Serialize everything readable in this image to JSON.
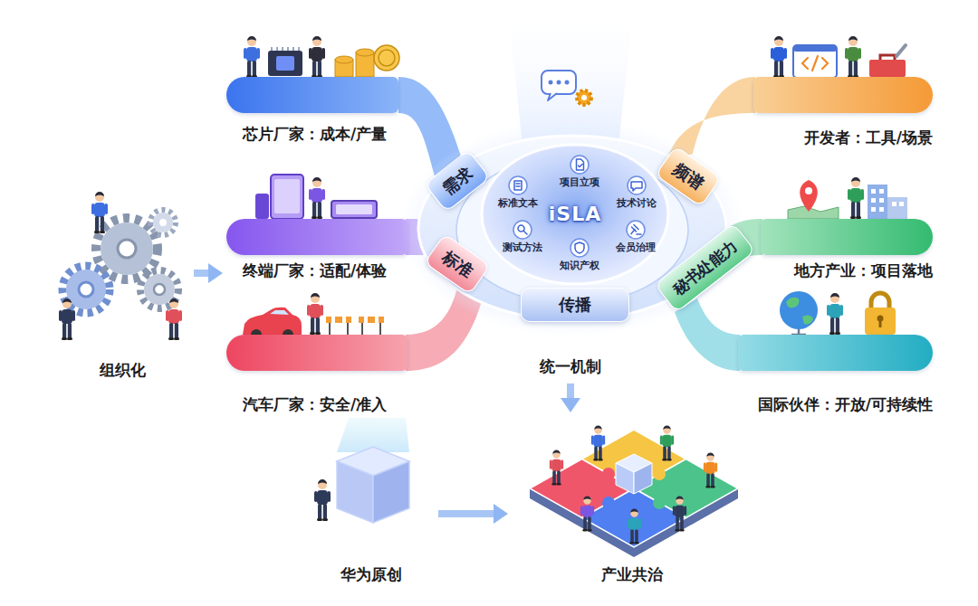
{
  "diagram": {
    "nodes": [
      {
        "text": [
          "芯片厂家：成本/产量"
        ]
      },
      {
        "text": [
          "终端厂家：适配/体验"
        ]
      },
      {
        "text": [
          "汽车厂家：安全/准入"
        ]
      },
      {
        "text": [
          "开发者：工具/场景"
        ]
      },
      {
        "text": [
          "地方产业：项目落地"
        ]
      },
      {
        "text": [
          "国际伙伴：开放/可持续性"
        ]
      },
      {
        "text": [
          "统一机制"
        ]
      },
      {
        "text": [
          "需求"
        ],
        "in": 6
      },
      {
        "text": [
          "频谱"
        ],
        "in": 6
      },
      {
        "text": [
          "标准"
        ],
        "in": 6
      },
      {
        "text": [
          "秘书处能力"
        ],
        "in": 6
      },
      {
        "text": [
          "传播"
        ],
        "in": 6
      },
      {
        "text": [
          "iSLA"
        ],
        "in": 6
      },
      {
        "text": [
          "项目立项"
        ],
        "in": 12
      },
      {
        "text": [
          "标准文本"
        ],
        "in": 12
      },
      {
        "text": [
          "技术讨论"
        ],
        "in": 12
      },
      {
        "text": [
          "测试方法"
        ],
        "in": 12
      },
      {
        "text": [
          "会员治理"
        ],
        "in": 12
      },
      {
        "text": [
          "知识产权"
        ],
        "in": 12
      },
      {
        "text": [
          "组织化"
        ]
      },
      {
        "text": [
          "华为原创"
        ]
      },
      {
        "text": [
          "产业共治"
        ]
      }
    ],
    "edges": [
      {
        "from": 19,
        "to": 1,
        "arrow": "to"
      },
      {
        "from": 6,
        "to": 21,
        "arrow": "to"
      },
      {
        "from": 20,
        "to": 21,
        "arrow": "to"
      }
    ]
  }
}
